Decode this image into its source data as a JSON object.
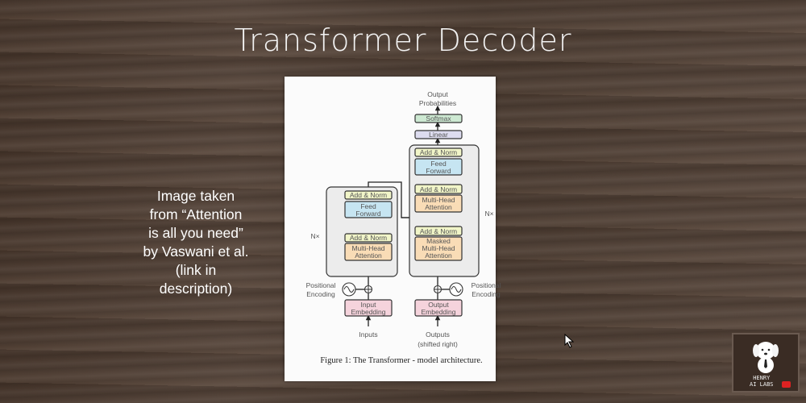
{
  "slide": {
    "title": "Transformer Decoder",
    "side_text": [
      "Image taken",
      "from “Attention",
      "is all you need”",
      "by Vaswani et al.",
      "(link in",
      "description)"
    ]
  },
  "diagram": {
    "output_probabilities": [
      "Output",
      "Probabilities"
    ],
    "softmax": "Softmax",
    "linear": "Linear",
    "add_norm": "Add & Norm",
    "feed_forward": [
      "Feed",
      "Forward"
    ],
    "multi_head_attention": [
      "Multi-Head",
      "Attention"
    ],
    "masked_multi_head_attention": [
      "Masked",
      "Multi-Head",
      "Attention"
    ],
    "nx": "N×",
    "positional_encoding": [
      "Positional",
      "Encoding"
    ],
    "input_embedding": [
      "Input",
      "Embedding"
    ],
    "output_embedding": [
      "Output",
      "Embedding"
    ],
    "inputs": "Inputs",
    "outputs": [
      "Outputs",
      "(shifted right)"
    ],
    "caption": "Figure 1: The Transformer - model architecture."
  },
  "logo": {
    "lines": [
      "HENRY",
      "AI LABS"
    ]
  },
  "colors": {
    "add_norm": "#f1f5c8",
    "feed_forward": "#c6e5f2",
    "attention": "#f9dcb6",
    "embedding": "#f5d3dc",
    "softmax": "#cde9d2",
    "linear": "#dddcef",
    "block_bg": "#ececec"
  }
}
